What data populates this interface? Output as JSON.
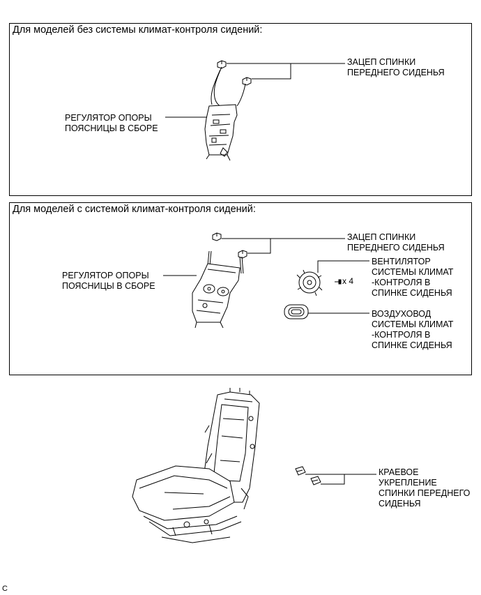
{
  "panels": [
    {
      "title": "Для моделей без системы климат-контроля сидений:",
      "labels": {
        "hook": "ЗАЦЕП СПИНКИ\nПЕРЕДНЕГО СИДЕНЬЯ",
        "lumbar": "РЕГУЛЯТОР ОПОРЫ\nПОЯСНИЦЫ В СБОРЕ"
      }
    },
    {
      "title": "Для моделей с системой климат-контроля сидений:",
      "labels": {
        "hook": "ЗАЦЕП СПИНКИ\nПЕРЕДНЕГО СИДЕНЬЯ",
        "lumbar": "РЕГУЛЯТОР ОПОРЫ\nПОЯСНИЦЫ В СБОРЕ",
        "fan": "ВЕНТИЛЯТОР\nСИСТЕМЫ КЛИМАТ\n-КОНТРОЛЯ В\nСПИНКЕ СИДЕНЬЯ",
        "duct": "ВОЗДУХОВОД\nСИСТЕМЫ КЛИМАТ\n-КОНТРОЛЯ В\nСПИНКЕ СИДЕНЬЯ",
        "screws": "x 4"
      }
    }
  ],
  "bottom": {
    "edge_support": "КРАЕВОЕ\nУКРЕПЛЕНИЕ\nСПИНКИ ПЕРЕДНЕГО\nСИДЕНЬЯ"
  },
  "corner_mark": "C"
}
